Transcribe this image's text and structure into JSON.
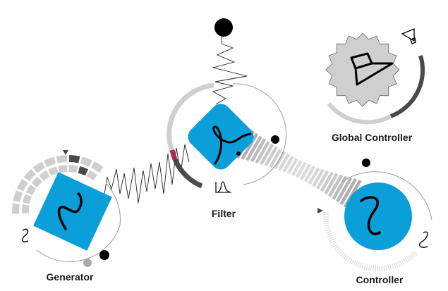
{
  "colors": {
    "module_blue": "#0a9fd8",
    "ring_light": "#cfcfcf",
    "ring_dark": "#4a4a4a",
    "accent_red": "#b0284f",
    "knob_black": "#000000",
    "thin_line": "#9a9a9a"
  },
  "modules": {
    "generator": {
      "label": "Generator",
      "icon": "sine-wave-icon",
      "shape": "rotated-square"
    },
    "filter": {
      "label": "Filter",
      "icon": "filter-curve-icon",
      "shape": "rounded-square",
      "sub_icon": "bandpass-icon"
    },
    "controller": {
      "label": "Controller",
      "icon": "sine-wave-icon",
      "shape": "circle",
      "side_icon": "tilde-icon"
    },
    "global_controller": {
      "label": "Global Controller",
      "icon": "speaker-icon",
      "shape": "star-badge",
      "side_icon": "speaker-small-icon"
    }
  },
  "generator_side_icon": "tilde-icon"
}
